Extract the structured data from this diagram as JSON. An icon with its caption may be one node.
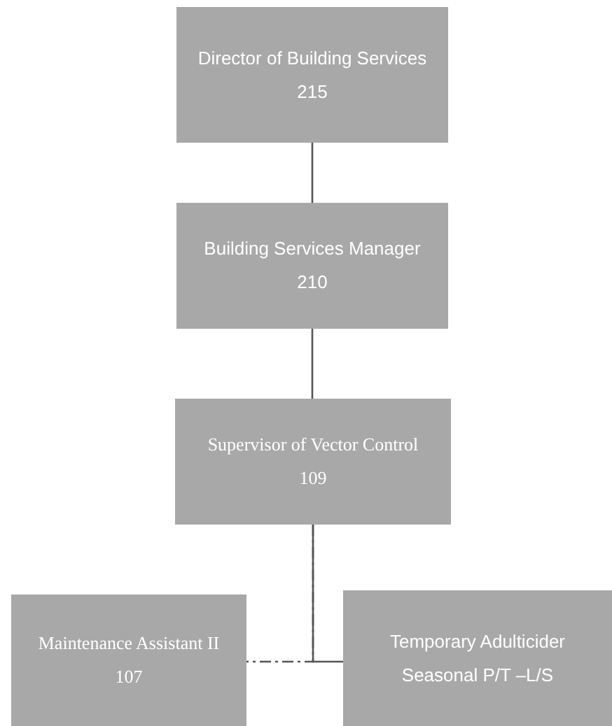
{
  "diagram": {
    "nodes": [
      {
        "text": [
          "Director of Building Services",
          "215"
        ]
      },
      {
        "text": [
          "Building Services Manager",
          "210"
        ]
      },
      {
        "text": [
          "Supervisor of Vector Control",
          "109"
        ]
      },
      {
        "text": [
          "Maintenance Assistant II",
          "107"
        ]
      },
      {
        "text": [
          "Temporary Adulticider",
          "Seasonal P/T –L/S"
        ]
      }
    ],
    "edges": [
      {
        "from": 0,
        "to": 1,
        "arrow": "none"
      },
      {
        "from": 1,
        "to": 2,
        "arrow": "none"
      },
      {
        "from": 2,
        "to": 3,
        "arrow": "none",
        "style": "dashed"
      },
      {
        "from": 2,
        "to": 4,
        "arrow": "none"
      }
    ]
  }
}
